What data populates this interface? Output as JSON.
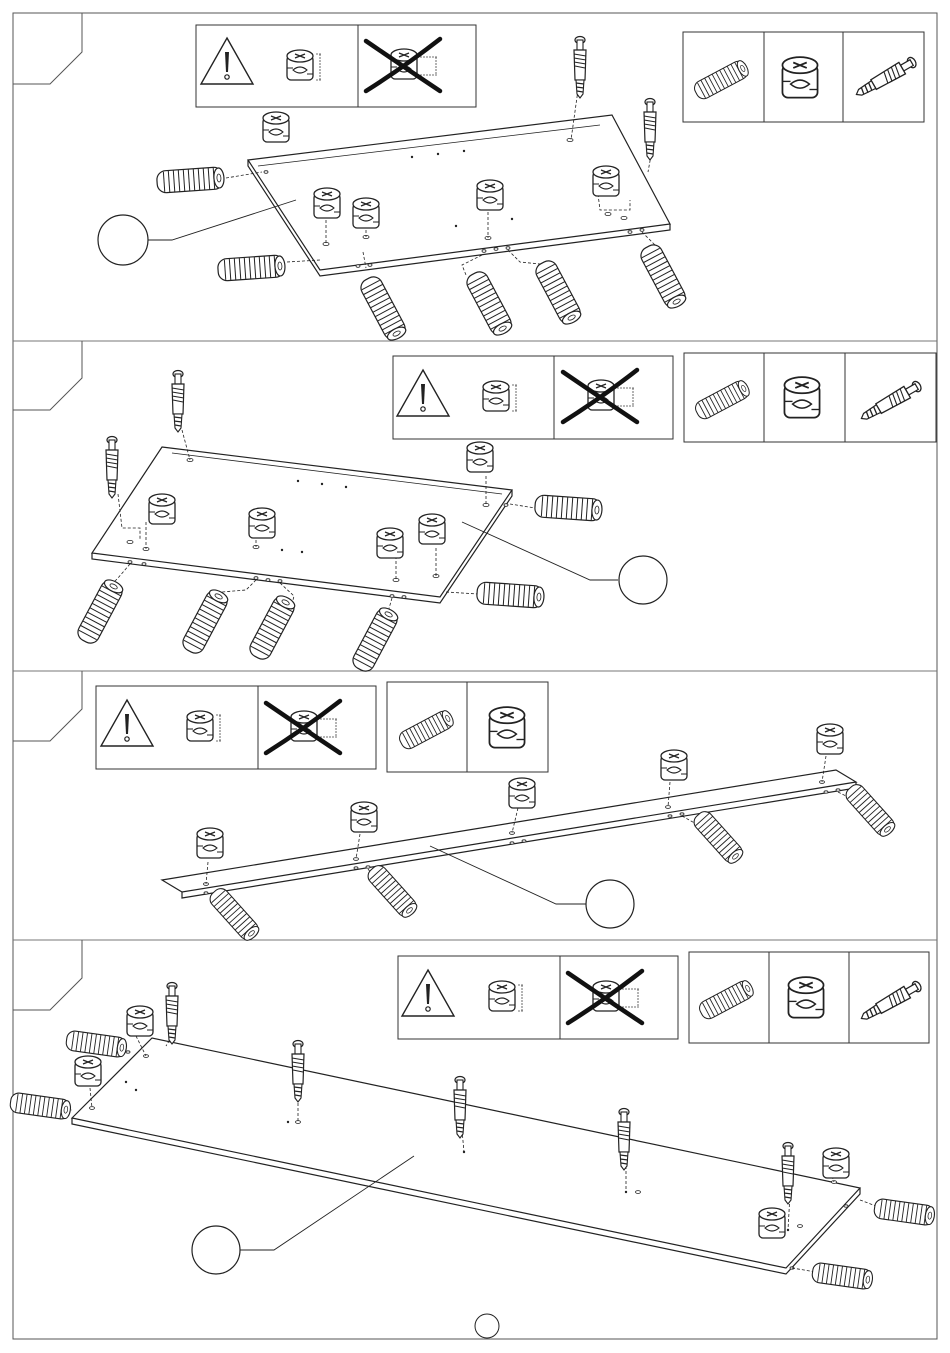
{
  "page": {
    "number": "",
    "steps": [
      {
        "id": "step-1",
        "part_label": ""
      },
      {
        "id": "step-2",
        "part_label": ""
      },
      {
        "id": "step-3",
        "part_label": ""
      },
      {
        "id": "step-4",
        "part_label": ""
      }
    ]
  },
  "legend": {
    "warning_icon": "warning-triangle-icon",
    "cam_correct_icon": "cam-lock-correct-icon",
    "cam_wrong_icon": "cam-lock-wrong-icon",
    "dowel_icon": "wooden-dowel-icon",
    "cam_icon": "cam-lock-icon",
    "bolt_icon": "cam-bolt-icon"
  },
  "colors": {
    "line": "#222222",
    "fill": "#ffffff",
    "dark": "#1a1a1a"
  }
}
